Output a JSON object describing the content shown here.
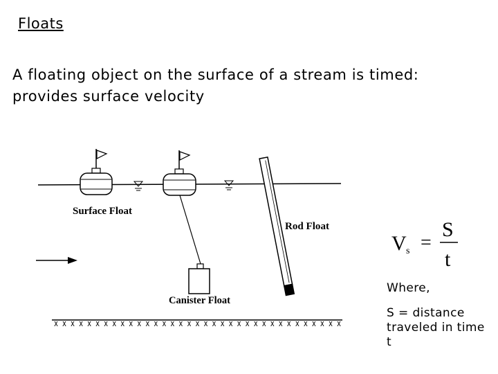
{
  "slide": {
    "title": "Floats",
    "intro": "A floating object on the surface of a stream is timed: provides surface velocity"
  },
  "diagram": {
    "labels": {
      "surface_float": "Surface Float",
      "rod_float": "Rod Float",
      "canister_float": "Canister Float"
    },
    "bed_marks": "x x x x x x x x x x x x x x x x x x x x x x x x x x x x x x x x x x x"
  },
  "formula": {
    "lhs": "V",
    "lhs_subscript": "s",
    "equals": "=",
    "numerator": "S",
    "denominator": "t"
  },
  "where": {
    "heading": "Where,",
    "definition": "S = distance traveled in time t"
  }
}
